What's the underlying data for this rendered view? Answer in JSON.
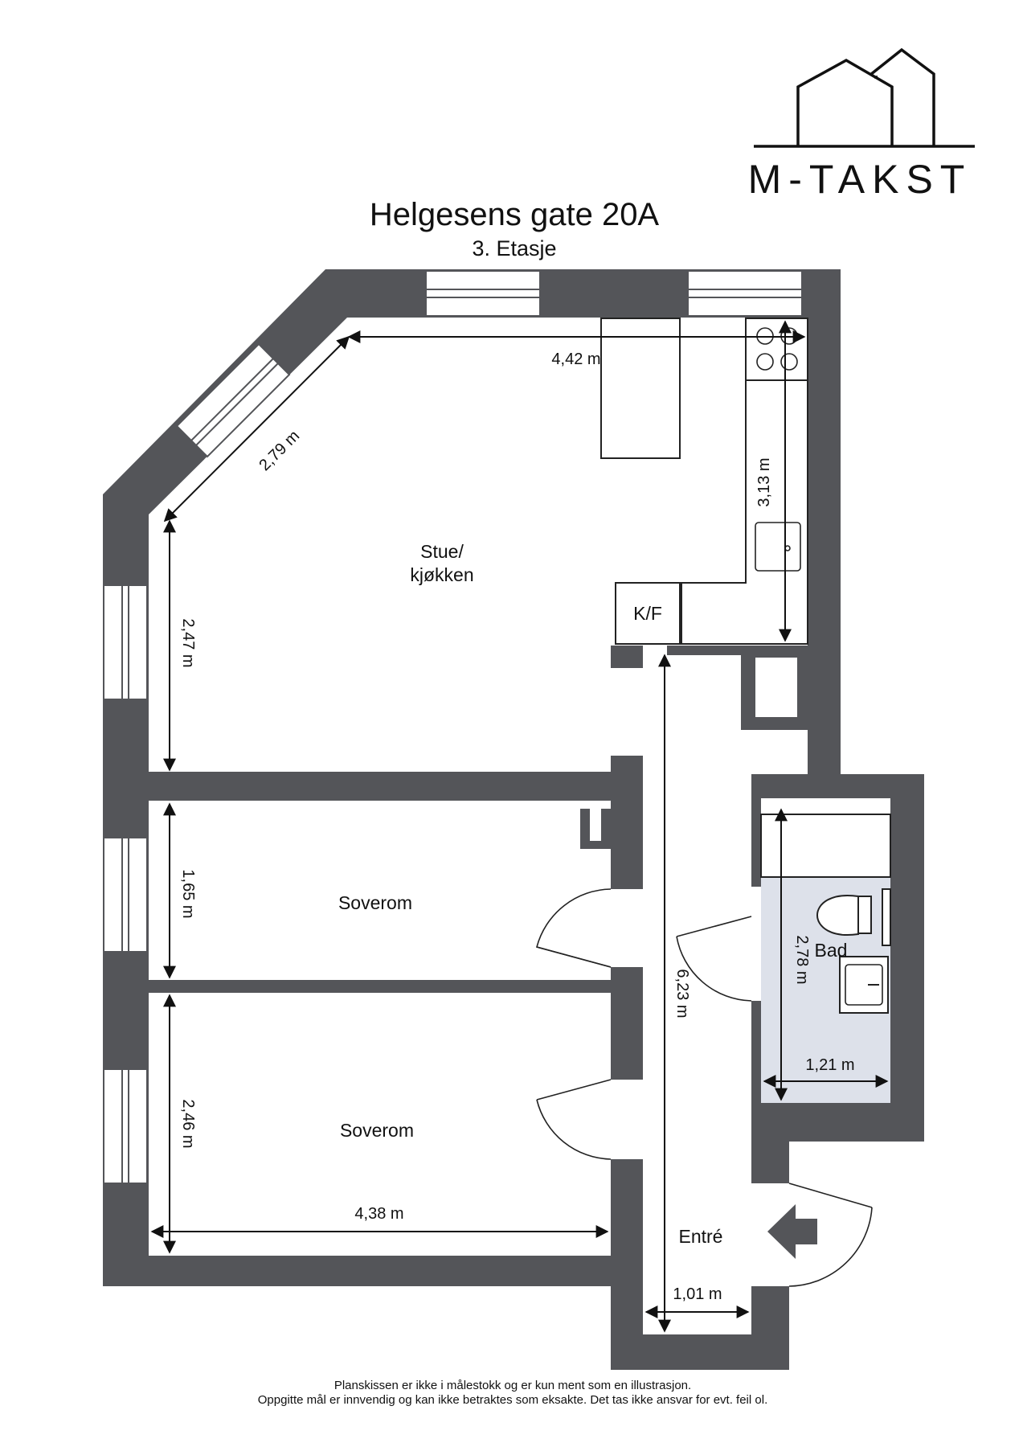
{
  "header": {
    "logo_text": "M-TAKST",
    "title": "Helgesens gate 20A",
    "subtitle": "3. Etasje"
  },
  "rooms": {
    "living": {
      "line1": "Stue/",
      "line2": "kjøkken"
    },
    "fridge": "K/F",
    "bedroom_1": "Soverom",
    "bedroom_2": "Soverom",
    "bathroom": "Bad",
    "entrance": "Entré"
  },
  "dimensions": {
    "kitchen_width": "4,42 m",
    "diagonal_wall": "2,79 m",
    "kitchen_depth": "3,13 m",
    "living_left_wall": "2,47 m",
    "bedroom_1_depth": "1,65 m",
    "bedroom_2_depth": "2,46 m",
    "bedroom_2_width": "4,38 m",
    "hallway_length": "6,23 m",
    "bathroom_length": "2,78 m",
    "bathroom_width": "1,21 m",
    "entrance_width": "1,01 m"
  },
  "footer": {
    "line1": "Planskissen er ikke i målestokk og er kun ment som en illustrasjon.",
    "line2": "Oppgitte mål er innvendig og kan ikke betraktes som eksakte. Det tas ikke ansvar for evt. feil ol."
  },
  "colors": {
    "wall": "#545559",
    "bathroom_floor": "#dde1ea",
    "background": "#ffffff"
  }
}
